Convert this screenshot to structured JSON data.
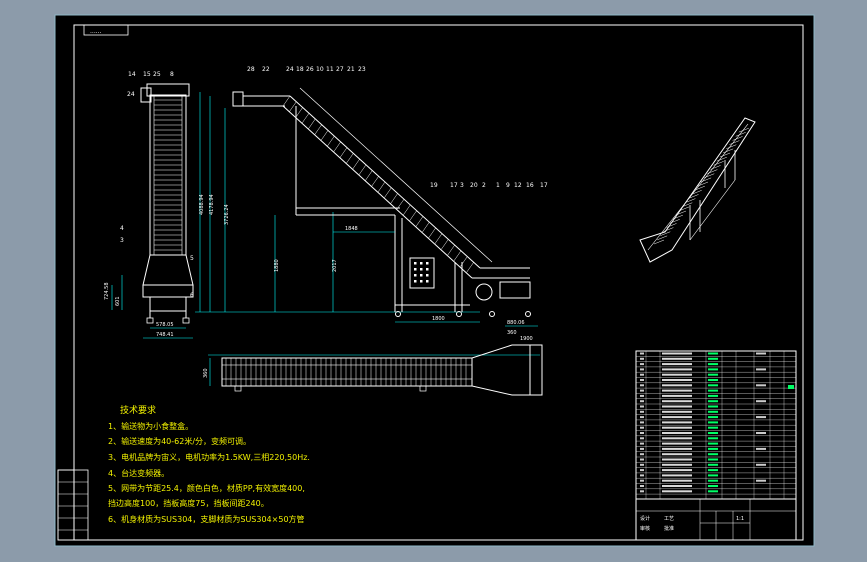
{
  "title_tag": "......",
  "side_view_labels": [
    "14",
    "15",
    "25",
    "8",
    "24",
    "4",
    "3",
    "6",
    "5"
  ],
  "main_view_labels": [
    "28",
    "22",
    "24",
    "18",
    "26",
    "10",
    "11",
    "27",
    "21",
    "23",
    "19",
    "17",
    "3",
    "20",
    "2",
    "1",
    "9",
    "12",
    "16",
    "17"
  ],
  "dimensions": {
    "overall_height": "4088.94",
    "height_2": "4178.94",
    "height_3": "3726.24",
    "height_4": "2017",
    "height_5": "1880",
    "span_1": "1848",
    "span_2": "1800",
    "width_1": "578.05",
    "width_2": "748.41",
    "left_1": "724.58",
    "left_2": "601",
    "right_1": "880.06",
    "bottom_1": "360",
    "bottom_2": "1900"
  },
  "tech_requirements": {
    "heading": "技术要求",
    "items": [
      "1、输送物为小食整盒。",
      "2、输送速度为40-62米/分，变频可调。",
      "3、电机品牌为宙义，电机功率为1.5KW,三相220,50Hz.",
      "4、台达变频器。",
      "5、网带为节距25.4，颜色白色，材质PP,有效宽度400,",
      "   挡边高度100，挡板高度75，挡板间距240。",
      "6、机身材质为SUS304，支脚材质为SUS304×50方管"
    ]
  },
  "title_block": {
    "label_1": "设计",
    "label_2": "审核",
    "label_3": "工艺",
    "label_4": "批准",
    "scale": "1:1"
  }
}
